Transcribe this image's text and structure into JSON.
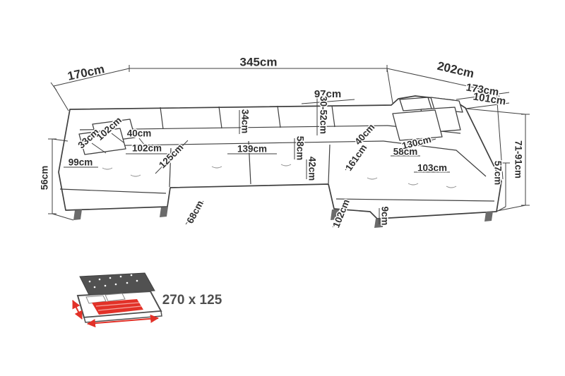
{
  "diagram": {
    "type": "corner-sofa-dimensions",
    "unit": "cm",
    "colors": {
      "line": "#3f3f3f",
      "accent": "#e23128",
      "background": "#ffffff"
    },
    "dimensions": {
      "left_section_depth": "170cm",
      "total_back_width": "345cm",
      "right_section_depth": "202cm",
      "right_back_width": "173cm",
      "right_back_inner": "97cm",
      "right_inner_width": "101cm",
      "left_armrest_width": "33cm",
      "left_armrest_length": "102cm",
      "left_pillow": "40cm",
      "backrest_thickness": "34cm",
      "headrest_height": "30-52cm",
      "left_seat_width": "102cm",
      "left_chaise_length": "125cm",
      "center_seat_width": "139cm",
      "seat_depth": "58cm",
      "left_chaise_front": "99cm",
      "seat_height": "42cm",
      "right_pillow": "40cm",
      "right_chaise_length": "161cm",
      "right_seat_depth": "58cm",
      "right_backrest_width": "130cm",
      "right_chaise_front": "103cm",
      "left_arm_height": "56cm",
      "backrest_height_range": "71-91cm",
      "right_arm_height": "57cm",
      "front_depth": "68cm",
      "right_front_depth": "102cm",
      "leg_height": "9cm"
    },
    "bed_icon": {
      "sleeping_area": "270 x 125"
    }
  }
}
